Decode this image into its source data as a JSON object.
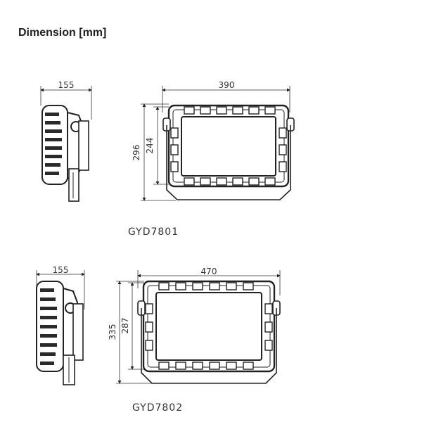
{
  "title": "Dimension [mm]",
  "models": [
    {
      "name": "GYD7801",
      "side_depth": "155",
      "width": "390",
      "height_total": "296",
      "height_body": "244"
    },
    {
      "name": "GYD7802",
      "side_depth": "155",
      "width": "470",
      "height_total": "335",
      "height_body": "287"
    }
  ]
}
